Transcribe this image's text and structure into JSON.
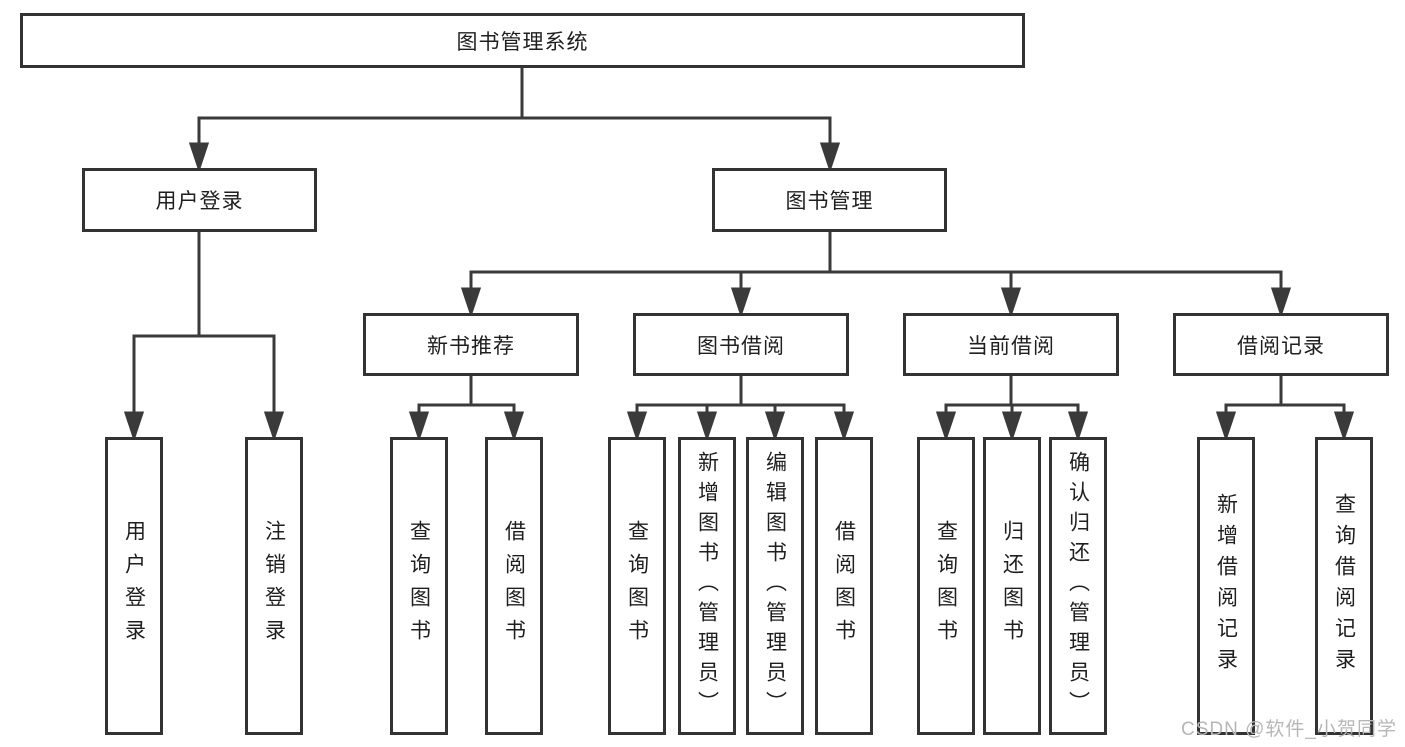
{
  "diagram": {
    "title": "图书管理系统",
    "level2": {
      "user_login": "用户登录",
      "book_management": "图书管理"
    },
    "level3": {
      "new_book_recommend": "新书推荐",
      "book_borrow": "图书借阅",
      "current_borrow": "当前借阅",
      "borrow_records": "借阅记录"
    },
    "leaves": {
      "login_user_login": "用户登录",
      "login_logout": "注销登录",
      "recommend_query_books": "查询图书",
      "recommend_borrow_books": "借阅图书",
      "borrow_query_books": "查询图书",
      "borrow_add_books_admin": "新增图书（管理员）",
      "borrow_edit_books_admin": "编辑图书（管理员）",
      "borrow_borrow_books": "借阅图书",
      "current_query_books": "查询图书",
      "current_return_books": "归还图书",
      "current_confirm_return_admin": "确认归还（管理员）",
      "records_add_record": "新增借阅记录",
      "records_query_record": "查询借阅记录"
    }
  },
  "watermark": "CSDN @软件_小贺同学",
  "colors": {
    "line": "#3a3a3a",
    "border": "#333333",
    "text": "#1f1f1f",
    "watermark": "#b7b7b7",
    "background": "#ffffff"
  }
}
